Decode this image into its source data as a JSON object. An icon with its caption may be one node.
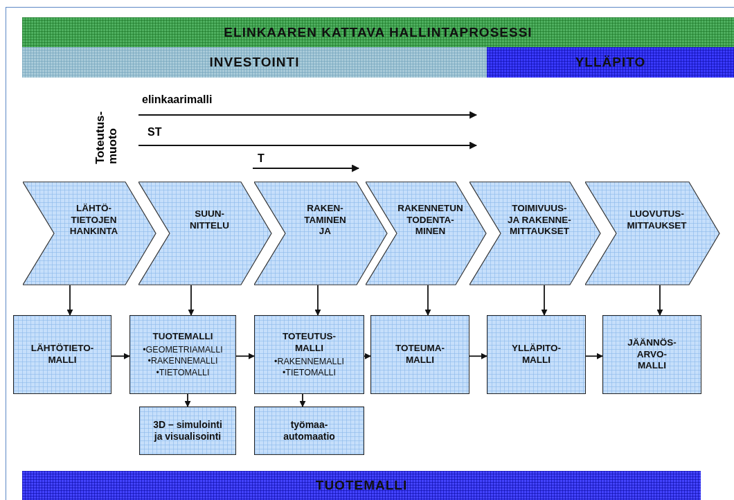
{
  "diagram": {
    "nodes": [
      {
        "text": [
          "ELINKAAREN KATTAVA HALLINTAPROSESSI"
        ]
      },
      {
        "text": [
          "INVESTOINTI"
        ]
      },
      {
        "text": [
          "YLLÄPITO"
        ]
      },
      {
        "text": [
          "LÄHTÖ- TIETOJEN HANKINTA"
        ]
      },
      {
        "text": [
          "SUUN- NITTELU"
        ]
      },
      {
        "text": [
          "RAKEN- TAMINEN JA"
        ]
      },
      {
        "text": [
          "RAKENNETUN TODENTA- MINEN"
        ]
      },
      {
        "text": [
          "TOIMIVUUS- JA RAKENNE- MITTAUKSET"
        ]
      },
      {
        "text": [
          "LUOVUTUS- MITTAUKSET"
        ]
      },
      {
        "text": [
          "LÄHTÖTIETO- MALLI"
        ]
      },
      {
        "text": [
          "TUOTEMALLI",
          "•GEOMETRIAMALLI",
          "•RAKENNEMALLI",
          "•TIETOMALLI"
        ]
      },
      {
        "text": [
          "TOTEUTUS- MALLI",
          "•RAKENNEMALLI",
          "•TIETOMALLI"
        ]
      },
      {
        "text": [
          "TOTEUMA- MALLI"
        ]
      },
      {
        "text": [
          "YLLÄPITO- MALLI"
        ]
      },
      {
        "text": [
          "JÄÄNNÖS- ARVO- MALLI"
        ]
      },
      {
        "text": [
          "3D – simulointi ja visualisointi"
        ]
      },
      {
        "text": [
          "työmaa- automaatio"
        ]
      },
      {
        "text": [
          "TUOTEMALLI"
        ]
      }
    ],
    "edges": [
      {
        "from": 3,
        "to": 9,
        "arrow": "to"
      },
      {
        "from": 4,
        "to": 10,
        "arrow": "to"
      },
      {
        "from": 5,
        "to": 11,
        "arrow": "to"
      },
      {
        "from": 6,
        "to": 12,
        "arrow": "to"
      },
      {
        "from": 7,
        "to": 13,
        "arrow": "to"
      },
      {
        "from": 8,
        "to": 14,
        "arrow": "to"
      },
      {
        "from": 9,
        "to": 10,
        "arrow": "to"
      },
      {
        "from": 10,
        "to": 11,
        "arrow": "to"
      },
      {
        "from": 11,
        "to": 12,
        "arrow": "to"
      },
      {
        "from": 12,
        "to": 13,
        "arrow": "to"
      },
      {
        "from": 13,
        "to": 14,
        "arrow": "to"
      },
      {
        "from": 10,
        "to": 15,
        "arrow": "to"
      },
      {
        "from": 11,
        "to": 16,
        "arrow": "to"
      }
    ],
    "labels": [
      "Toteutus- muoto",
      "elinkaarimalli",
      "ST",
      "T"
    ]
  }
}
